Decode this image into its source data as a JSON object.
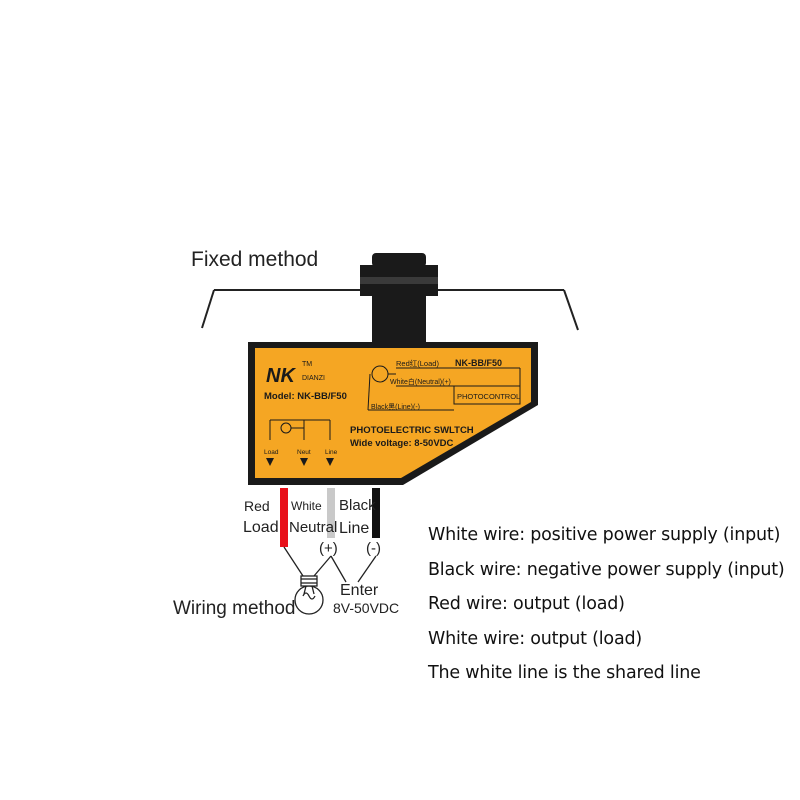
{
  "diagram": {
    "fixed_method_label": "Fixed method",
    "wiring_method_label": "Wiring method",
    "device": {
      "brand_logo": "NK",
      "brand_tm": "TM",
      "brand_name": "DIANZI",
      "model_line": "Model: NK-BB/F50",
      "model_code": "NK-BB/F50",
      "red_wire_label": "Red红(Load)",
      "white_wire_label": "White白(Neutral)(+)",
      "black_wire_label": "Black黑(Line)(-)",
      "photocontrol_label": "PHOTOCONTROL",
      "product_name": "PHOTOELECTRIC SWLTCH",
      "voltage_line": "Wide voltage: 8-50VDC",
      "terminal_load": "Load",
      "terminal_neut": "Neut",
      "terminal_line": "Line"
    },
    "wires": {
      "red_color_label": "Red",
      "red_role_label": "Load",
      "white_color_label": "White",
      "white_role_label": "Neutral",
      "black_color_label": "Black",
      "black_role_label": "Line",
      "plus_symbol": "(+)",
      "minus_symbol": "(-)",
      "enter_label": "Enter",
      "enter_voltage": "8V-50VDC"
    },
    "colors": {
      "device_body": "#f5a623",
      "red_wire": "#e8101a",
      "white_wire": "#c9c9c9",
      "black_wire": "#111111"
    }
  },
  "notes": [
    "White wire: positive power supply (input)",
    "Black wire: negative power supply (input)",
    "Red wire: output (load)",
    "White wire: output (load)",
    "The white line is the shared line"
  ]
}
